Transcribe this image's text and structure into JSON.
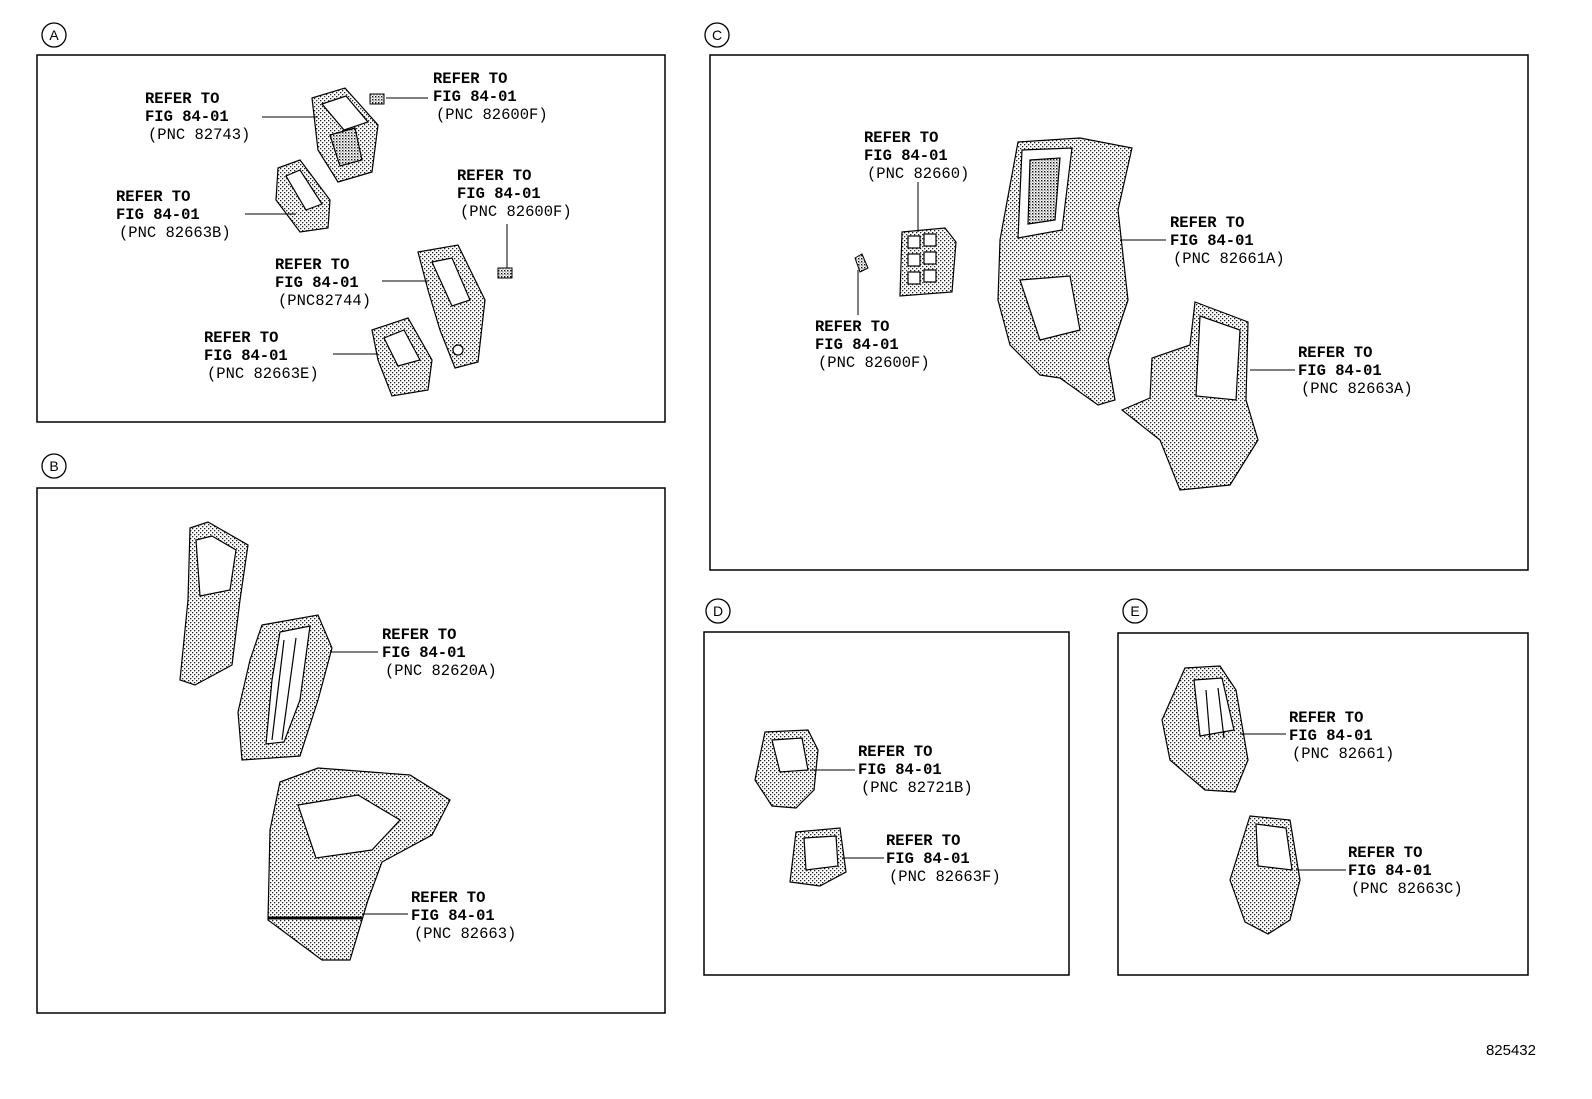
{
  "figure_number": "825432",
  "sections": [
    {
      "letter": "A",
      "callouts": [
        {
          "line1": "REFER TO",
          "line2": "FIG 84-01",
          "line3": "(PNC 82743)"
        },
        {
          "line1": "REFER TO",
          "line2": "FIG 84-01",
          "line3": "(PNC 82600F)"
        },
        {
          "line1": "REFER TO",
          "line2": "FIG 84-01",
          "line3": "(PNC 82663B)"
        },
        {
          "line1": "REFER TO",
          "line2": "FIG 84-01",
          "line3": "(PNC 82600F)"
        },
        {
          "line1": "REFER TO",
          "line2": "FIG 84-01",
          "line3": "(PNC82744)"
        },
        {
          "line1": "REFER TO",
          "line2": "FIG 84-01",
          "line3": "(PNC 82663E)"
        }
      ]
    },
    {
      "letter": "B",
      "callouts": [
        {
          "line1": "REFER TO",
          "line2": "FIG 84-01",
          "line3": "(PNC 82620A)"
        },
        {
          "line1": "REFER TO",
          "line2": "FIG 84-01",
          "line3": "(PNC 82663)"
        }
      ]
    },
    {
      "letter": "C",
      "callouts": [
        {
          "line1": "REFER TO",
          "line2": "FIG 84-01",
          "line3": "(PNC 82660)"
        },
        {
          "line1": "REFER TO",
          "line2": "FIG 84-01",
          "line3": "(PNC 82661A)"
        },
        {
          "line1": "REFER TO",
          "line2": "FIG 84-01",
          "line3": "(PNC 82600F)"
        },
        {
          "line1": "REFER TO",
          "line2": "FIG 84-01",
          "line3": "(PNC 82663A)"
        }
      ]
    },
    {
      "letter": "D",
      "callouts": [
        {
          "line1": "REFER TO",
          "line2": "FIG 84-01",
          "line3": "(PNC 82721B)"
        },
        {
          "line1": "REFER TO",
          "line2": "FIG 84-01",
          "line3": "(PNC 82663F)"
        }
      ]
    },
    {
      "letter": "E",
      "callouts": [
        {
          "line1": "REFER TO",
          "line2": "FIG 84-01",
          "line3": "(PNC 82661)"
        },
        {
          "line1": "REFER TO",
          "line2": "FIG 84-01",
          "line3": "(PNC 82663C)"
        }
      ]
    }
  ]
}
